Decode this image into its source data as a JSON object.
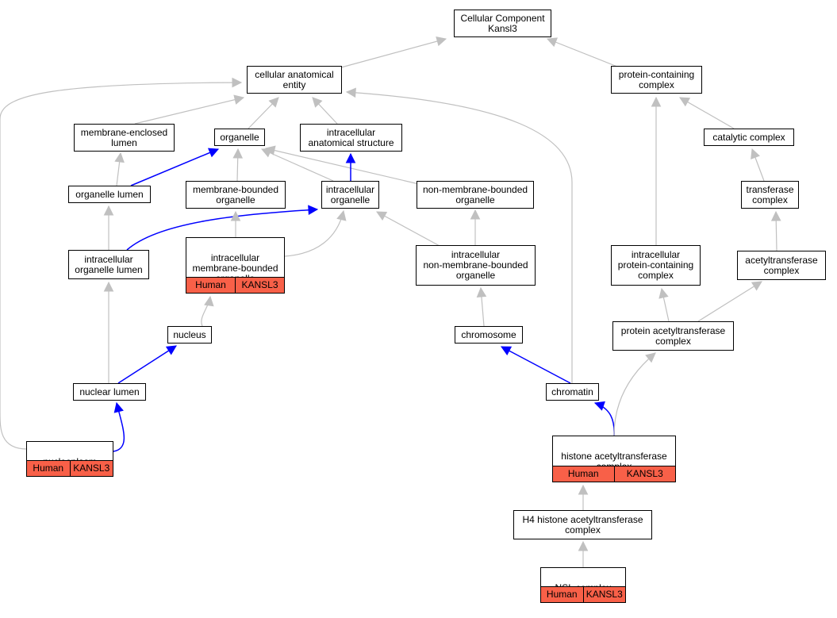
{
  "colors": {
    "regular_edge": "#c0c0c0",
    "highlight_edge": "#0000ff",
    "annotation_fill": "#f86048"
  },
  "nodes": {
    "root": "Cellular Component\nKansl3",
    "cae": "cellular anatomical\nentity",
    "pcc": "protein-containing\ncomplex",
    "mel": "membrane-enclosed\nlumen",
    "org": "organelle",
    "ias": "intracellular\nanatomical structure",
    "cat": "catalytic complex",
    "orglum": "organelle lumen",
    "mbo": "membrane-bounded\norganelle",
    "io": "intracellular\norganelle",
    "nmbo": "non-membrane-bounded\norganelle",
    "tc": "transferase\ncomplex",
    "iol": "intracellular\norganelle lumen",
    "imbo": "intracellular\nmembrane-bounded\norganelle",
    "inmbo": "intracellular\nnon-membrane-bounded\norganelle",
    "ipcc": "intracellular\nprotein-containing\ncomplex",
    "atc": "acetyltransferase\ncomplex",
    "nuc": "nucleus",
    "chr": "chromosome",
    "patc": "protein acetyltransferase\ncomplex",
    "nlum": "nuclear lumen",
    "chrm": "chromatin",
    "npl": "nucleoplasm",
    "hatc": "histone acetyltransferase\ncomplex",
    "h4": "H4 histone acetyltransferase\ncomplex",
    "nsl": "NSL complex"
  },
  "annotations": {
    "imbo": [
      "Human",
      "KANSL3"
    ],
    "npl": [
      "Human",
      "KANSL3"
    ],
    "hatc": [
      "Human",
      "KANSL3"
    ],
    "nsl": [
      "Human",
      "KANSL3"
    ]
  },
  "edges": [
    {
      "from": "cae",
      "to": "root",
      "highlight": false
    },
    {
      "from": "pcc",
      "to": "root",
      "highlight": false
    },
    {
      "from": "mel",
      "to": "cae",
      "highlight": false
    },
    {
      "from": "org",
      "to": "cae",
      "highlight": false
    },
    {
      "from": "ias",
      "to": "cae",
      "highlight": false
    },
    {
      "from": "npl",
      "to": "cae",
      "highlight": false
    },
    {
      "from": "chrm",
      "to": "cae",
      "highlight": false
    },
    {
      "from": "cat",
      "to": "pcc",
      "highlight": false
    },
    {
      "from": "ipcc",
      "to": "pcc",
      "highlight": false
    },
    {
      "from": "orglum",
      "to": "mel",
      "highlight": false
    },
    {
      "from": "orglum",
      "to": "org",
      "highlight": true
    },
    {
      "from": "mbo",
      "to": "org",
      "highlight": false
    },
    {
      "from": "io",
      "to": "org",
      "highlight": false
    },
    {
      "from": "nmbo",
      "to": "org",
      "highlight": false
    },
    {
      "from": "io",
      "to": "ias",
      "highlight": true
    },
    {
      "from": "tc",
      "to": "cat",
      "highlight": false
    },
    {
      "from": "iol",
      "to": "orglum",
      "highlight": false
    },
    {
      "from": "iol",
      "to": "io",
      "highlight": true
    },
    {
      "from": "imbo",
      "to": "mbo",
      "highlight": false
    },
    {
      "from": "imbo",
      "to": "io",
      "highlight": false
    },
    {
      "from": "inmbo",
      "to": "io",
      "highlight": false
    },
    {
      "from": "inmbo",
      "to": "nmbo",
      "highlight": false
    },
    {
      "from": "atc",
      "to": "tc",
      "highlight": false
    },
    {
      "from": "nuc",
      "to": "imbo",
      "highlight": false
    },
    {
      "from": "nlum",
      "to": "iol",
      "highlight": false
    },
    {
      "from": "nlum",
      "to": "nuc",
      "highlight": true
    },
    {
      "from": "chr",
      "to": "inmbo",
      "highlight": false
    },
    {
      "from": "chrm",
      "to": "chr",
      "highlight": true
    },
    {
      "from": "patc",
      "to": "ipcc",
      "highlight": false
    },
    {
      "from": "patc",
      "to": "atc",
      "highlight": false
    },
    {
      "from": "npl",
      "to": "nlum",
      "highlight": true
    },
    {
      "from": "hatc",
      "to": "chrm",
      "highlight": true
    },
    {
      "from": "hatc",
      "to": "patc",
      "highlight": false
    },
    {
      "from": "h4",
      "to": "hatc",
      "highlight": false
    },
    {
      "from": "nsl",
      "to": "h4",
      "highlight": false
    }
  ]
}
